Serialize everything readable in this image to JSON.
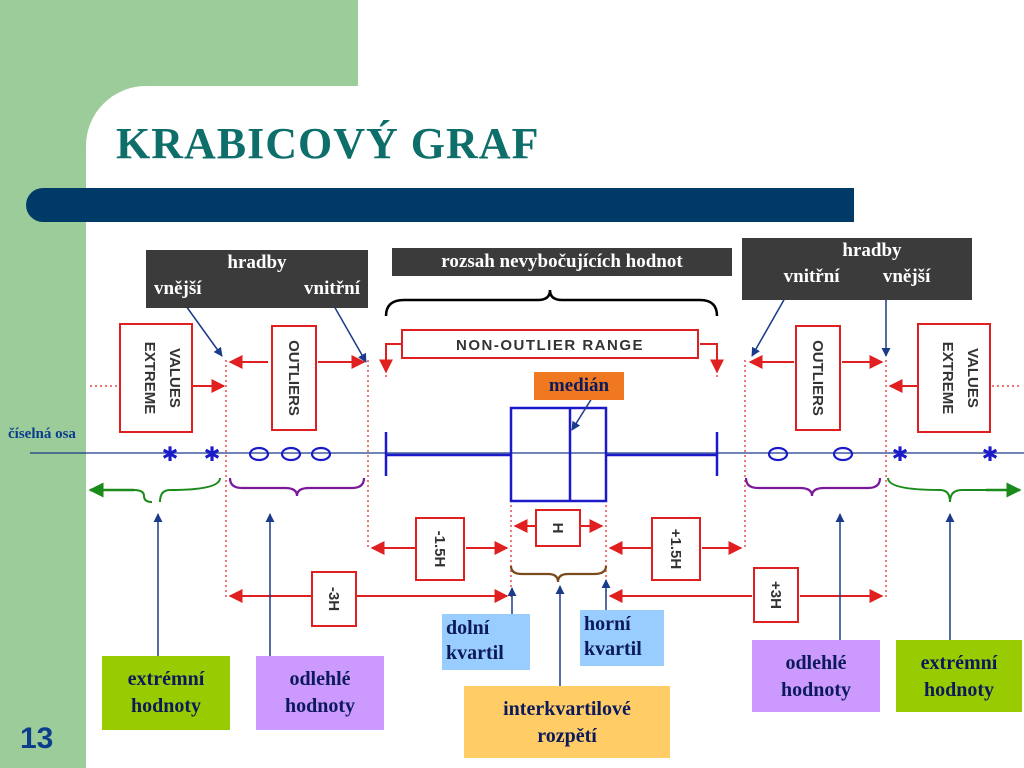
{
  "slide": {
    "title": "KRABICOVÝ GRAF",
    "page_number": "13"
  },
  "colors": {
    "title": "#0e6e6a",
    "bar": "#003a66",
    "green_bg": "#9dcc9b",
    "box": "#1a1ac8",
    "fence": "#e02020",
    "median_box": "#f07820",
    "callout_blue": "#99ccff",
    "callout_purple": "#cc99ff",
    "callout_green": "#99cc00",
    "callout_yellow": "#ffcc66"
  },
  "labels": {
    "fence_left": {
      "line1": "hradby",
      "outer": "vnější",
      "inner": "vnitřní"
    },
    "fence_right": {
      "line1": "hradby",
      "inner": "vnitřní",
      "outer": "vnější"
    },
    "range": "rozsah nevybočujících hodnot",
    "median": "medián",
    "axis": "číselná osa",
    "lower_quartile": {
      "line1": "dolní",
      "line2": "kvartil"
    },
    "upper_quartile": {
      "line1": "horní",
      "line2": "kvartil"
    },
    "extreme_left": {
      "line1": "extrémní",
      "line2": "hodnoty"
    },
    "outliers_left": {
      "line1": "odlehlé",
      "line2": "hodnoty"
    },
    "iqr": {
      "line1": "interkvartilové",
      "line2": "rozpětí"
    },
    "outliers_right": {
      "line1": "odlehlé",
      "line2": "hodnoty"
    },
    "extreme_right": {
      "line1": "extrémní",
      "line2": "hodnoty"
    }
  },
  "english": {
    "extreme_values": [
      "EXTREME",
      "VALUES"
    ],
    "outliers": "OUTLIERS",
    "non_outlier_range": "NON-OUTLIER  RANGE",
    "h": "H",
    "minus_15h": "-1.5H",
    "plus_15h": "+1.5H",
    "minus_3h": "-3H",
    "plus_3h": "+3H"
  },
  "markers": {
    "extreme": "✱",
    "outlier": "O"
  }
}
